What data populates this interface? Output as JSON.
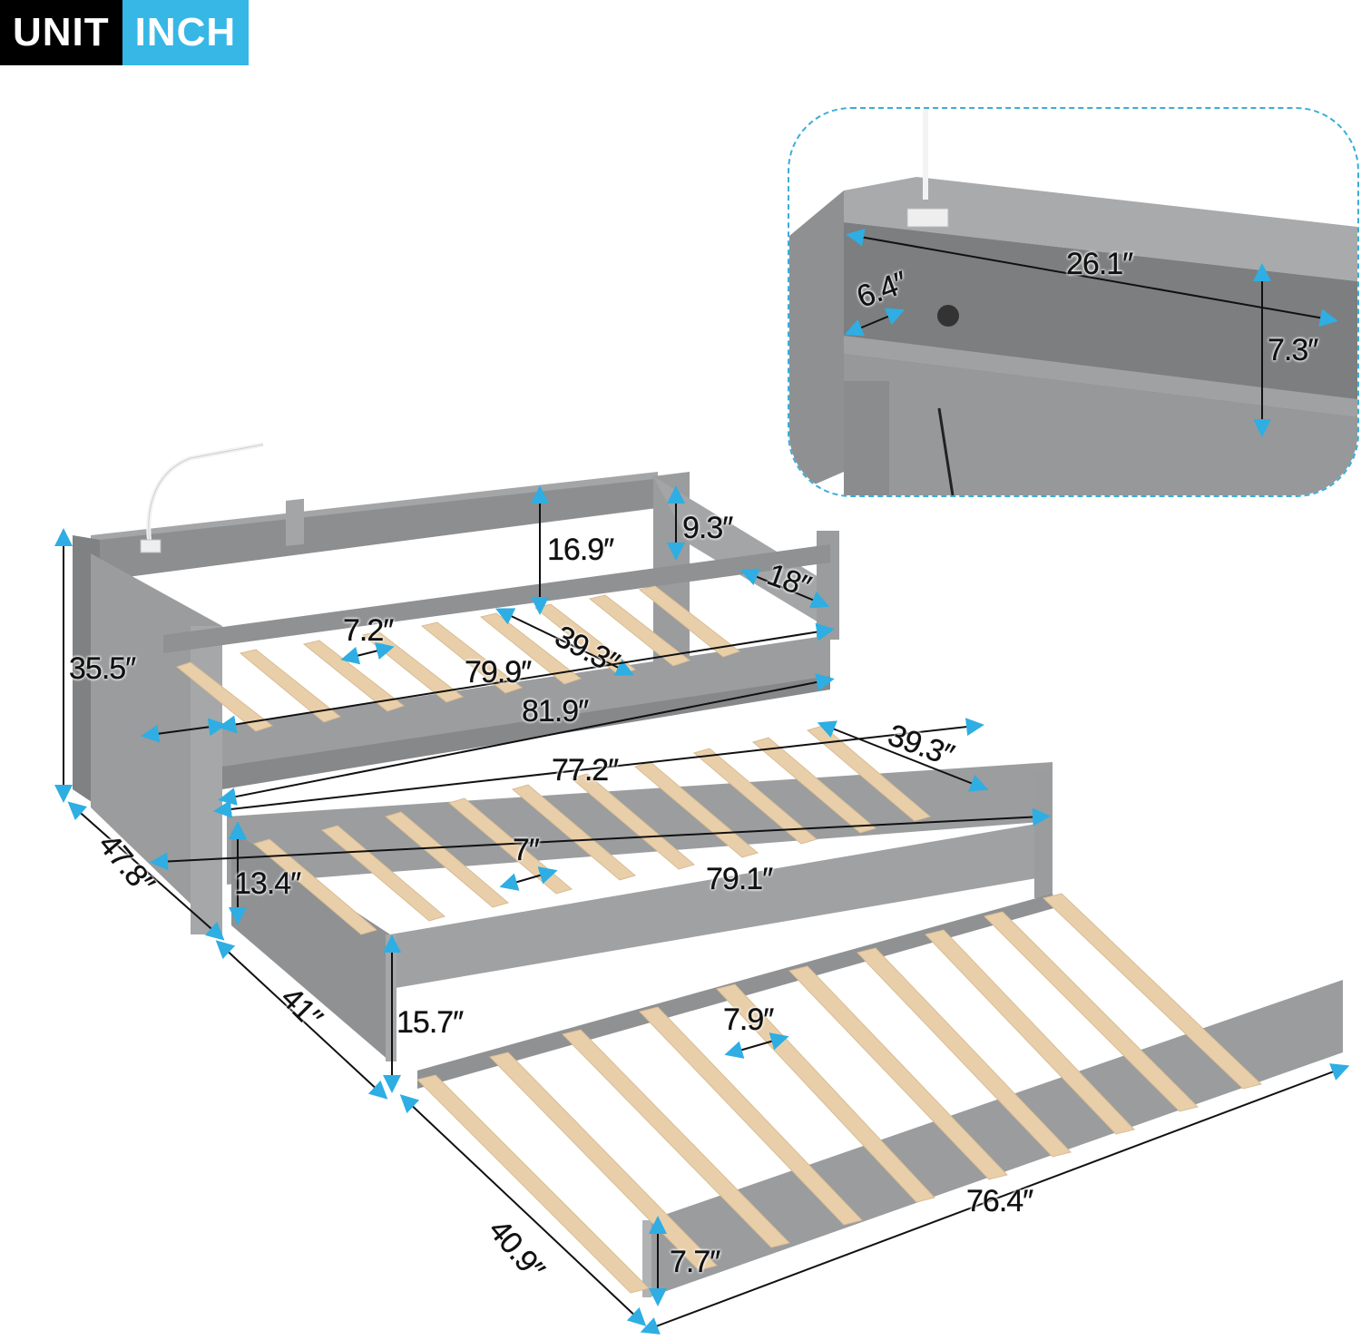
{
  "badge": {
    "unit_label": "UNIT",
    "inch_label": "INCH",
    "colors": {
      "unit_bg": "#000000",
      "inch_bg": "#36b7e6"
    }
  },
  "inset": {
    "title": "headboard-shelf-detail",
    "dimensions": {
      "shelf_width": "26.1″",
      "shelf_depth": "6.4″",
      "shelf_height": "7.3″"
    }
  },
  "main_bed": {
    "dimensions": {
      "overall_height": "35.5″",
      "overall_depth": "47.8″",
      "headboard_height": "16.9″",
      "side_panel_height": "9.3″",
      "side_panel_width": "18″",
      "slat_gap": "7.2″",
      "mattress_width": "39.3″",
      "mattress_length": "79.9″",
      "overall_length": "81.9″"
    }
  },
  "trundle_1": {
    "dimensions": {
      "mattress_length": "77.2″",
      "mattress_width": "39.3″",
      "slat_gap": "7″",
      "side_height": "13.4″",
      "overall_length": "79.1″",
      "overall_width": "41″",
      "front_height": "15.7″"
    }
  },
  "trundle_2": {
    "dimensions": {
      "slat_gap": "7.9″",
      "overall_width": "40.9″",
      "overall_length": "76.4″",
      "front_height": "7.7″"
    }
  },
  "colors": {
    "frame_gray": "#8f9193",
    "frame_light": "#a9abad",
    "slat_wood": "#e9cfa9",
    "arrow_blue": "#2eaee3"
  }
}
